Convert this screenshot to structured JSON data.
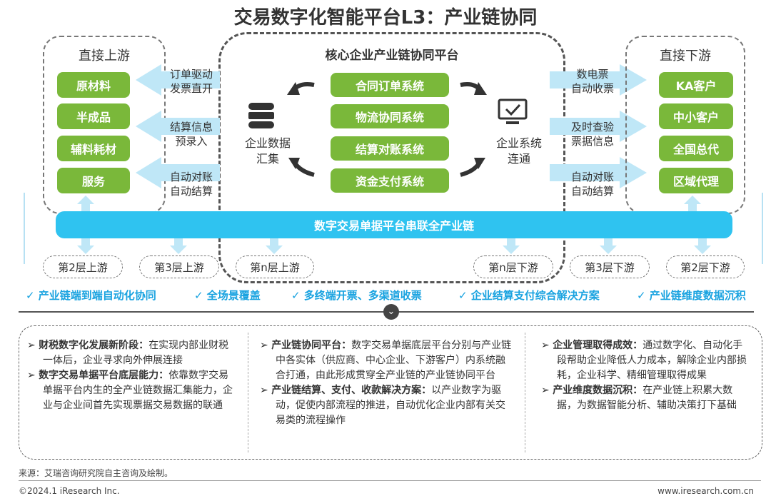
{
  "title": "交易数字化智能平台L3：产业链协同",
  "upstream": {
    "title": "直接上游",
    "items": [
      "原材料",
      "半成品",
      "辅料耗材",
      "服务"
    ],
    "arrows": [
      [
        "订单驱动",
        "发票直开"
      ],
      [
        "结算信息",
        "预录入"
      ],
      [
        "自动对账",
        "自动结算"
      ]
    ]
  },
  "core": {
    "title": "核心企业产业链协同平台",
    "systems": [
      "合同订单系统",
      "物流协同系统",
      "结算对账系统",
      "资金支付系统"
    ],
    "left_label": [
      "企业数据",
      "汇集"
    ],
    "right_label": [
      "企业系统",
      "连通"
    ]
  },
  "downstream": {
    "title": "直接下游",
    "items": [
      "KA客户",
      "中小客户",
      "全国总代",
      "区域代理"
    ],
    "arrows": [
      [
        "数电票",
        "自动收票"
      ],
      [
        "及时查验",
        "票据信息"
      ],
      [
        "自动对账",
        "自动结算"
      ]
    ]
  },
  "platform": "数字交易单据平台串联全产业链",
  "layers": [
    "第2层上游",
    "第3层上游",
    "第n层上游",
    "第n层下游",
    "第3层下游",
    "第2层下游"
  ],
  "features": [
    "产业链端到端自动化协同",
    "全场景覆盖",
    "多终端开票、多渠道收票",
    "企业结算支付综合解决方案",
    "产业链维度数据沉积"
  ],
  "panels": [
    [
      {
        "head": "财税数字化发展新阶段：",
        "body": "在实现内部业财税一体后，企业寻求向外伸展连接"
      },
      {
        "head": "数字交易单据平台底层能力：",
        "body": "依靠数字交易单据平台内生的全产业链数据汇集能力，企业与企业间首先实现票据交易数据的联通"
      }
    ],
    [
      {
        "head": "产业链协同平台：",
        "body": "数字交易单据底层平台分别与产业链中各实体（供应商、中心企业、下游客户）内系统融合打通，由此形成贯穿全产业链的产业链协同平台"
      },
      {
        "head": "产业链结算、支付、收款解决方案：",
        "body": "以产业数字为驱动，促使内部流程的推进，自动优化企业内部有关交易类的流程操作"
      }
    ],
    [
      {
        "head": "企业管理取得成效：",
        "body": "通过数字化、自动化手段帮助企业降低人力成本，解除企业内部损耗，企业科学、精细管理取得成果"
      },
      {
        "head": "产业维度数据沉积：",
        "body": "在产业链上积累大数据，为数据智能分析、辅助决策打下基础"
      }
    ]
  ],
  "source": "来源：艾瑞咨询研究院自主咨询及绘制。",
  "copyright": "©2024.1 iResearch Inc.",
  "website": "www.iresearch.com.cn",
  "colors": {
    "green": "#7ab83a",
    "blue": "#2fc3f0",
    "arrow": "#bfe7f7",
    "feature": "#1aa3e0"
  }
}
